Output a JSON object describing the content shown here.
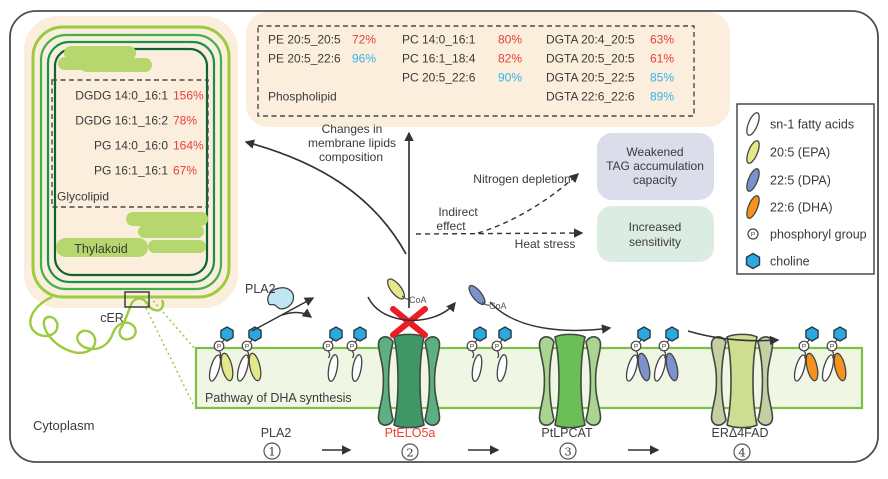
{
  "colors": {
    "red": "#e8403a",
    "blue": "#35b4e8",
    "epa": "#e3e88a",
    "dpa": "#7b92cc",
    "dha": "#f6921e",
    "choline": "#2aa9e0"
  },
  "cell": {
    "thylakoid_label": "Thylakoid",
    "cer_label": "cER",
    "cytoplasm_label": "Cytoplasm"
  },
  "glycolipid": {
    "label": "Glycolipid",
    "items": [
      {
        "name": "DGDG 14:0_16:1",
        "value": "156%",
        "color": "#e8403a"
      },
      {
        "name": "DGDG 16:1_16:2",
        "value": "78%",
        "color": "#e8403a"
      },
      {
        "name": "PG 14:0_16:0",
        "value": "164%",
        "color": "#e8403a"
      },
      {
        "name": "PG 16:1_16:1",
        "value": "67%",
        "color": "#e8403a"
      }
    ]
  },
  "phospholipid": {
    "label": "Phospholipid",
    "columns": [
      [
        {
          "name": "PE 20:5_20:5",
          "value": "72%",
          "color": "#e8403a"
        },
        {
          "name": "PE 20:5_22:6",
          "value": "96%",
          "color": "#35b4e8"
        }
      ],
      [
        {
          "name": "PC 14:0_16:1",
          "value": "80%",
          "color": "#e8403a"
        },
        {
          "name": "PC 16:1_18:4",
          "value": "82%",
          "color": "#e8403a"
        },
        {
          "name": "PC 20:5_22:6",
          "value": "90%",
          "color": "#35b4e8"
        }
      ],
      [
        {
          "name": "DGTA 20:4_20:5",
          "value": "63%",
          "color": "#e8403a"
        },
        {
          "name": "DGTA 20:5_20:5",
          "value": "61%",
          "color": "#e8403a"
        },
        {
          "name": "DGTA 20:5_22:5",
          "value": "85%",
          "color": "#35b4e8"
        },
        {
          "name": "DGTA 22:6_22:6",
          "value": "89%",
          "color": "#35b4e8"
        }
      ]
    ]
  },
  "changes_label": {
    "line1": "Changes in",
    "line2": "membrane lipids",
    "line3": "composition"
  },
  "indirect": {
    "line1": "Indirect",
    "line2": "effect"
  },
  "nitrogen_label": "Nitrogen depletion",
  "heat_label": "Heat stress",
  "weakened_box": {
    "line1": "Weakened",
    "line2": "TAG accumulation",
    "line3": "capacity"
  },
  "increased_box": {
    "line1": "Increased",
    "line2": "sensitivity"
  },
  "legend": {
    "items": [
      {
        "icon": "sn1-fatty-acid",
        "label": "sn-1 fatty acids"
      },
      {
        "icon": "epa",
        "label": "20:5 (EPA)"
      },
      {
        "icon": "dpa",
        "label": "22:5 (DPA)"
      },
      {
        "icon": "dha",
        "label": "22:6 (DHA)"
      },
      {
        "icon": "phosphoryl",
        "label": "phosphoryl group"
      },
      {
        "icon": "choline",
        "label": "choline"
      }
    ]
  },
  "pathway": {
    "band_label": "Pathway of DHA synthesis",
    "pla2": "PLA2",
    "coa": "CoA",
    "enzymes": [
      {
        "label": "PLA2",
        "num": "1",
        "color": "#3d3d3d"
      },
      {
        "label": "PtELO5a",
        "num": "2",
        "color": "#e8403a"
      },
      {
        "label": "PtLPCAT",
        "num": "3",
        "color": "#3d3d3d"
      },
      {
        "label": "ERΔ4FAD",
        "num": "4",
        "color": "#3d3d3d"
      }
    ]
  }
}
